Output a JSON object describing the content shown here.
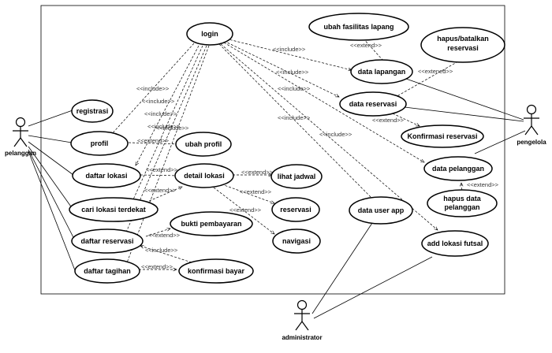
{
  "actors": {
    "pelanggan": "pelanggan",
    "pengelola": "pengelola",
    "administrator": "administrator"
  },
  "use_cases": {
    "login": "login",
    "ubah_fasilitas_lapang": "ubah fasilitas lapang",
    "hapus_batalkan_1": "hapus/batalkan",
    "hapus_batalkan_2": "reservasi",
    "data_lapangan": "data lapangan",
    "data_reservasi": "data reservasi",
    "konfirmasi_reservasi": "Konfirmasi reservasi",
    "data_pelanggan": "data pelanggan",
    "hapus_data_pelanggan_1": "hapus data",
    "hapus_data_pelanggan_2": "pelanggan",
    "data_user_app": "data user app",
    "add_lokasi_futsal": "add  lokasi futsal",
    "registrasi": "registrasi",
    "profil": "profil",
    "ubah_profil": "ubah profil",
    "daftar_lokasi": "daftar lokasi",
    "detail_lokasi": "detail lokasi",
    "lihat_jadwal": "lihat jadwal",
    "reservasi": "reservasi",
    "navigasi": "navigasi",
    "cari_lokasi_terdekat": "cari lokasi terdekat",
    "bukti_pembayaran": "bukti pembayaran",
    "daftar_reservasi": "daftar reservasi",
    "daftar_tagihan": "daftar tagihan",
    "konfirmasi_bayar": "konfirmasi bayar"
  },
  "stereotypes": {
    "include": "<<include>>",
    "extend": "<<extend>>",
    "extend_alt": "<<extened>>"
  }
}
